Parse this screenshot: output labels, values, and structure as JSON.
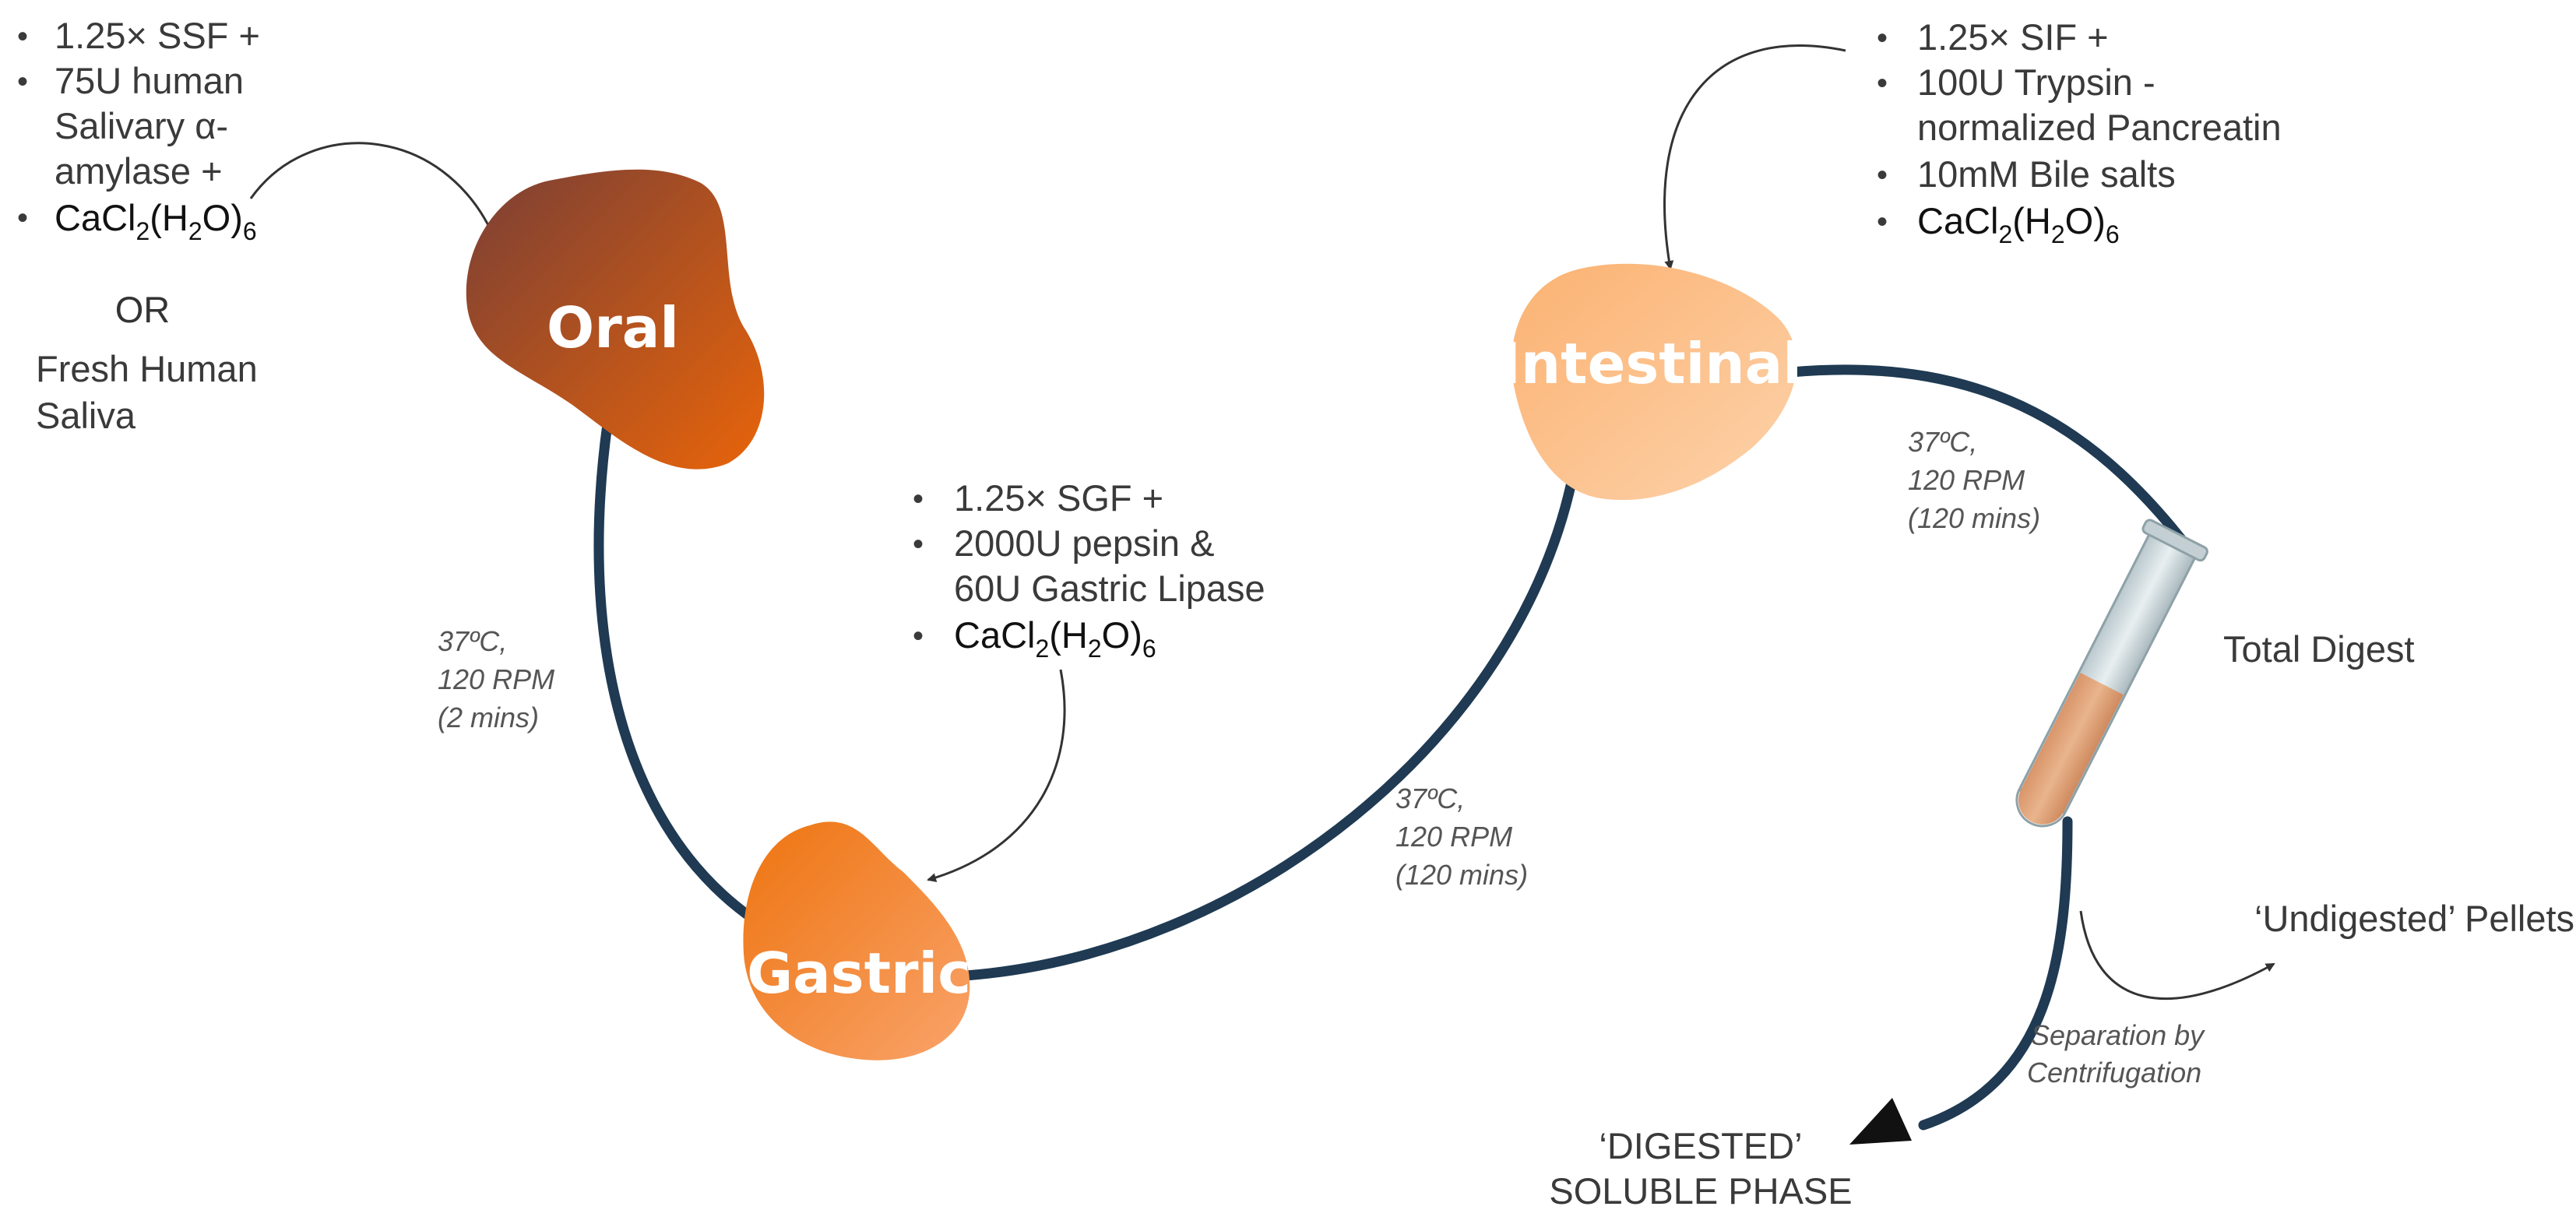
{
  "oral": {
    "label": "Oral",
    "inputs": [
      "1.25× SSF +",
      "75U human",
      "Salivary α-",
      "amylase +"
    ],
    "cacl": {
      "base": "CaCl",
      "sub1": "2",
      "mid": "(H",
      "sub2": "2",
      "end": "O)",
      "sub3": "6"
    },
    "or": "OR",
    "alt": [
      "Fresh Human",
      "Saliva"
    ]
  },
  "gastric": {
    "label": "Gastric",
    "inputs": [
      "1.25× SGF +",
      "2000U pepsin &",
      "60U Gastric Lipase"
    ],
    "cacl": {
      "base": "CaCl",
      "sub1": "2",
      "mid": "(H",
      "sub2": "2",
      "end": "O)",
      "sub3": "6"
    }
  },
  "intestinal": {
    "label": "Intestinal",
    "inputs": [
      "1.25× SIF +",
      "100U Trypsin -",
      "normalized Pancreatin",
      "10mM Bile salts"
    ],
    "cacl": {
      "base": "CaCl",
      "sub1": "2",
      "mid": "(H",
      "sub2": "2",
      "end": "O)",
      "sub3": "6"
    }
  },
  "conditions": {
    "oral_gastric": [
      "37ºC,",
      "120 RPM",
      "(2 mins)"
    ],
    "gastric_intestinal": [
      "37ºC,",
      "120 RPM",
      "(120 mins)"
    ],
    "intestinal_digest": [
      "37ºC,",
      "120 RPM",
      "(120 mins)"
    ]
  },
  "bullet_char": "•",
  "total_digest": "Total Digest",
  "undigested": "‘Undigested’ Pellets",
  "separation": [
    "Separation by",
    "Centrifugation"
  ],
  "digested": [
    "‘DIGESTED’",
    "SOLUBLE PHASE"
  ],
  "colors": {
    "path": "#1f3a52",
    "oral_dark": "#7a3f35",
    "oral_light": "#e8640a",
    "gastric_dark": "#ee7410",
    "gastric_light": "#f9a36a",
    "intestinal_dark": "#fbb272",
    "intestinal_light": "#fdd2aa"
  }
}
